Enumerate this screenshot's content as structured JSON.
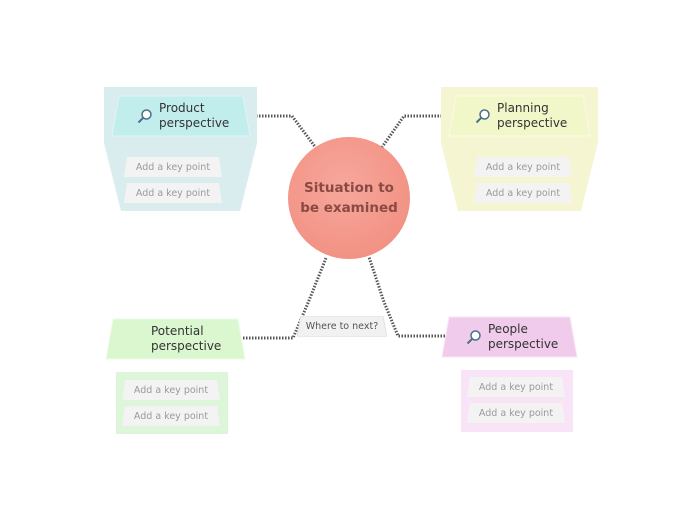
{
  "central": {
    "label": "Situation to be examined",
    "color": "#f29385"
  },
  "branches": [
    {
      "id": "product",
      "label_line1": "Product",
      "label_line2": "perspective",
      "icon": "magnifier-icon",
      "color": "#c2eded",
      "panel_color": "#d9ecee",
      "key_points": [
        "Add a key point",
        "Add a key point"
      ]
    },
    {
      "id": "planning",
      "label_line1": "Planning",
      "label_line2": "perspective",
      "icon": "magnifier-icon",
      "color": "#f1f7c8",
      "panel_color": "#f5f5d2",
      "key_points": [
        "Add a key point",
        "Add a key point"
      ]
    },
    {
      "id": "potential",
      "label_line1": "Potential",
      "label_line2": "perspective",
      "icon": "",
      "color": "#dbf7cf",
      "panel_color": "#ddf6da",
      "key_points": [
        "Add a key point",
        "Add a key point"
      ]
    },
    {
      "id": "people",
      "label_line1": "People",
      "label_line2": "perspective",
      "icon": "magnifier-icon",
      "color": "#f0cbeb",
      "panel_color": "#f9e4f7",
      "key_points": [
        "Add a key point",
        "Add a key point"
      ]
    }
  ],
  "next_node": {
    "label": "Where to next?"
  }
}
